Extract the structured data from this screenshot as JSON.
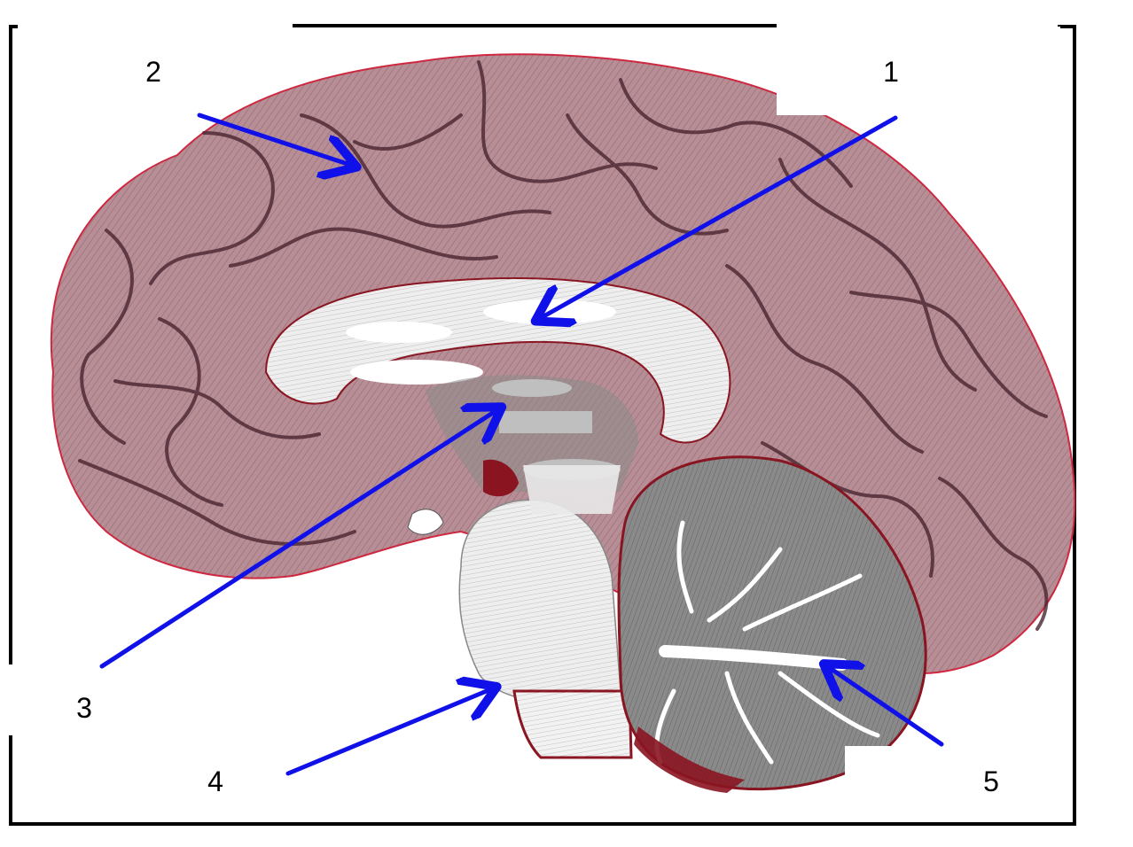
{
  "labels": {
    "l1": "1",
    "l2": "2",
    "l3": "3",
    "l4": "4",
    "l5": "5"
  },
  "colors": {
    "arrow": "#1010e8",
    "cortex": "#b78e96",
    "cortex_outline": "#d02840",
    "sulcus": "#4a2630",
    "white_matter": "#eeeeee",
    "cerebellum_grey": "#8a8a8a",
    "vessel_red": "#8a1420",
    "frame": "#000000"
  }
}
